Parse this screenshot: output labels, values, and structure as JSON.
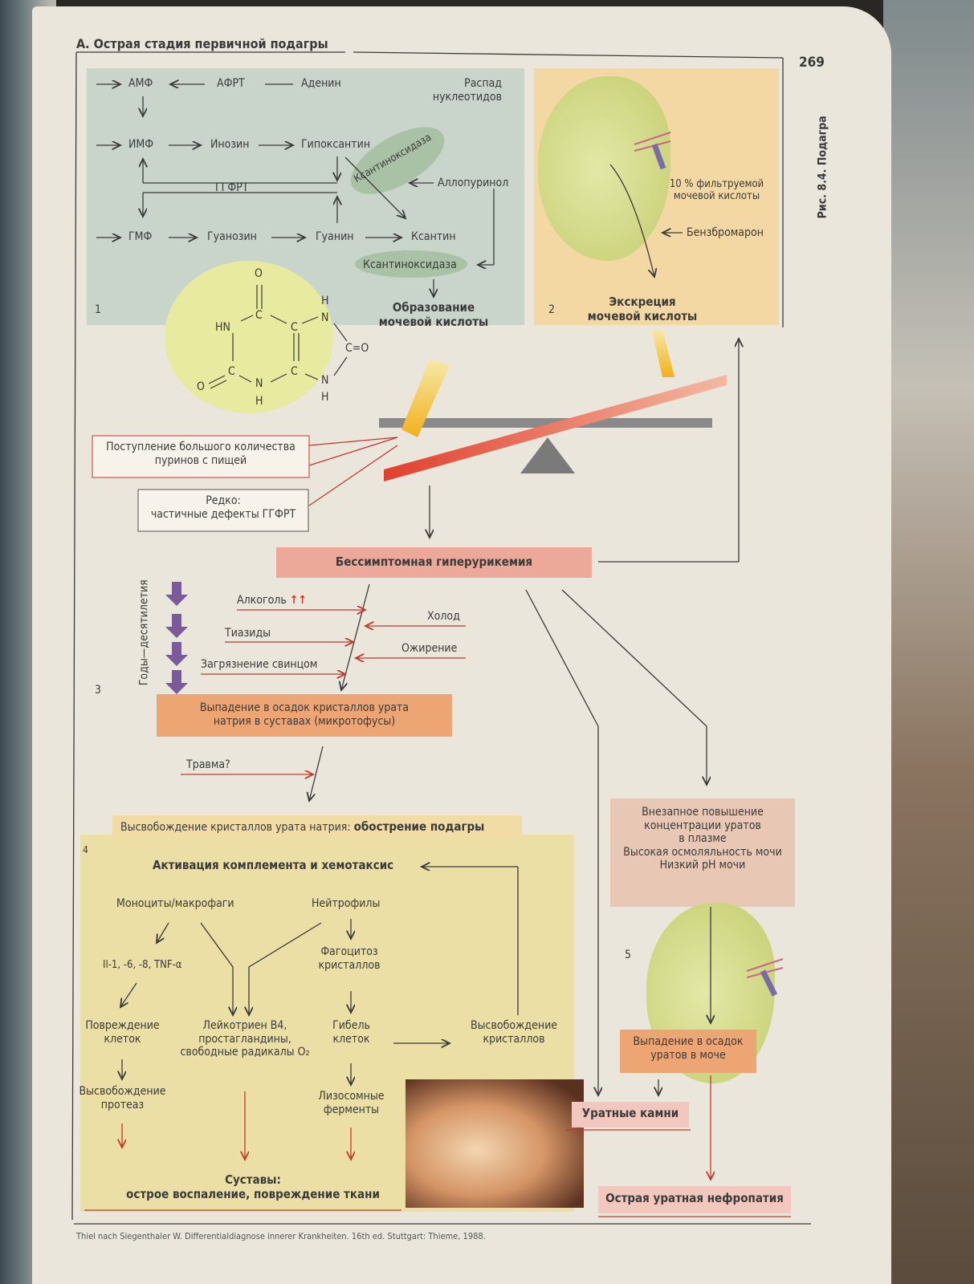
{
  "header": {
    "title": "А. Острая стадия первичной подагры",
    "page_number": "269",
    "figure_caption": "Рис. 8.4. Подагра"
  },
  "panel1": {
    "number": "1",
    "amf": "АМФ",
    "afrt": "АФРТ",
    "adenin": "Аденин",
    "raspad": "Распад\nнуклеотидов",
    "imf": "ИМФ",
    "inozin": "Инозин",
    "gipoksantin": "Гипоксантин",
    "ksantinoksidaza_top": "Ксантиноксидаза",
    "ggfrt": "ГГФРТ",
    "allopurinol": "Аллопуринол",
    "gmf": "ГМФ",
    "guanozin": "Гуанозин",
    "guanin": "Гуанин",
    "ksantin": "Ксантин",
    "ksantinoksidaza_bottom": "Ксантиноксидаза",
    "formation": "Образование\nмочевой кислоты",
    "molecule": {
      "o_top": "O",
      "c_top": "C",
      "h_right": "H",
      "n_right": "N",
      "hn": "HN",
      "c_mid": "C",
      "c_eq_o": "C=O",
      "o_left": "O",
      "c_left": "C",
      "c_low": "C",
      "n_bottom": "N",
      "h_bottom": "H",
      "n_br": "N",
      "h_br": "H"
    }
  },
  "panel2": {
    "number": "2",
    "filtered": "10 % фильтруемой\nмочевой кислоты",
    "benzbromaron": "Бензбромарон",
    "excretion": "Экскреция\nмочевой кислоты"
  },
  "balance": {
    "intake": "Поступление большого количества\nпуринов с пищей",
    "rare": "Редко:\nчастичные дефекты ГГФРТ"
  },
  "hyperuricemia": "Бессимптомная гиперурикемия",
  "panel3": {
    "number": "3",
    "years": "Годы—десятилетия",
    "alcohol": "Алкоголь",
    "alcohol_mark": "↑↑",
    "thiazides": "Тиазиды",
    "lead": "Загрязнение свинцом",
    "cold": "Холод",
    "obesity": "Ожирение",
    "precipitation": "Выпадение в осадок кристаллов урата\nнатрия в суставах (микротофусы)",
    "trauma": "Травма?",
    "release_plain": "Высвобождение кристаллов урата натрия: ",
    "release_bold": "обострение подагры"
  },
  "panel4": {
    "number": "4",
    "complement": "Активация комплемента и хемотаксис",
    "monocytes": "Моноциты/макрофаги",
    "neutrophils": "Нейтрофилы",
    "interleukins": "Il-1, -6, -8, TNF-α",
    "phagocytosis": "Фагоцитоз\nкристаллов",
    "damage": "Повреждение\nклеток",
    "leukotriene": "Лейкотриен В4,\nпростагландины,\nсвободные радикалы O₂",
    "death": "Гибель\nклеток",
    "crystal_release": "Высвобождение\nкристаллов",
    "proteases": "Высвобождение\nпротеаз",
    "lysosomal": "Лизосомные\nферменты",
    "joints": "Суставы:\nострое воспаление, повреждение ткани"
  },
  "panel5": {
    "number": "5",
    "sudden": "Внезапное повышение\nконцентрации уратов\nв плазме\nВысокая осмоляльность мочи\nНизкий pH мочи",
    "precip_urine": "Выпадение в осадок\nуратов в моче",
    "stones": "Уратные камни",
    "nephropathy": "Острая уратная нефропатия"
  },
  "footer": "Thiel nach Siegenthaler W. Differentialdiagnose innerer Krankheiten. 16th ed. Stuttgart: Thieme, 1988."
}
